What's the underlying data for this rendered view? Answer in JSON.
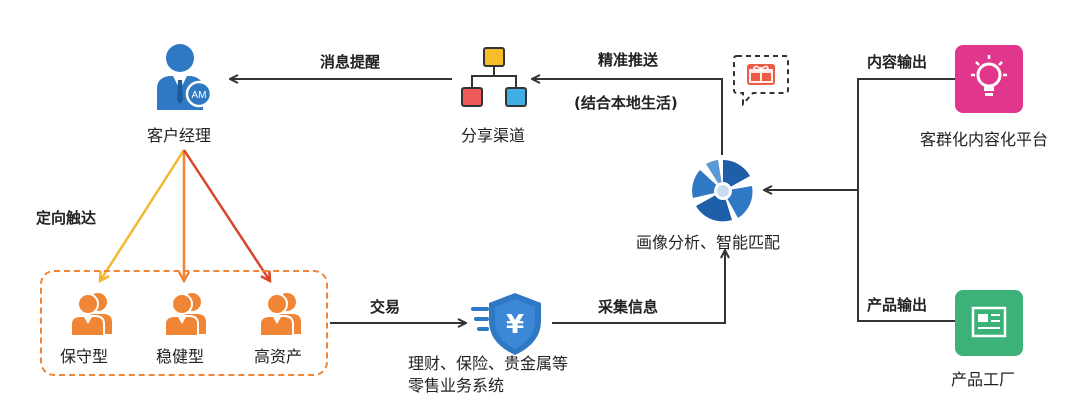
{
  "nodes": {
    "account_manager": "客户经理",
    "share_channel": "分享渠道",
    "portrait": "画像分析、智能匹配",
    "content_platform": "客群化内容化平台",
    "product_factory": "产品工厂",
    "retail_system": "理财、保险、贵金属等\n零售业务系统"
  },
  "customer_types": [
    "保守型",
    "稳健型",
    "高资产"
  ],
  "edges": {
    "message_reminder": "消息提醒",
    "precise_push": "精准推送",
    "precise_push_sub": "(结合本地生活)",
    "targeted_reach": "定向触达",
    "transaction": "交易",
    "collect_info": "采集信息",
    "content_output": "内容输出",
    "product_output": "产品输出"
  },
  "icon_text": {
    "am_badge": "AM",
    "yuan": "¥"
  },
  "colors": {
    "blue": "#2f78c4",
    "orange": "#f08535",
    "yellow_arrow": "#f3b731",
    "red_arrow": "#d9452b",
    "magenta": "#e0368c",
    "green": "#3cb278"
  }
}
